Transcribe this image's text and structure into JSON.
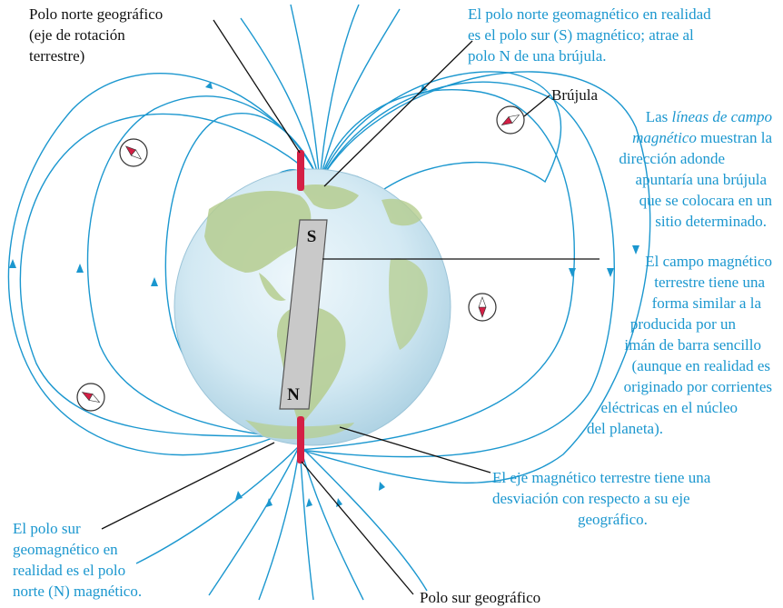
{
  "labels": {
    "north_geo": [
      "Polo norte geográfico",
      "(eje de rotación",
      "terrestre)"
    ],
    "north_geomag": [
      "El polo norte geomagnético en realidad",
      "es el polo sur (S) magnético; atrae al",
      "polo N de una brújula."
    ],
    "compass": "Brújula",
    "field_lines_a": "Las ",
    "field_lines_b": "líneas de campo",
    "field_lines_c": "magnético",
    "field_lines_d": " muestran la",
    "field_lines_rest": [
      "dirección adonde",
      "apuntaría una brújula",
      "que se colocara en un",
      "sitio determinado."
    ],
    "earth_field": [
      "El campo magnético",
      "terrestre tiene una",
      "forma similar a la",
      "producida por un",
      "imán de barra sencillo",
      "(aunque en realidad es",
      "originado por corrientes",
      "eléctricas en el núcleo",
      "del planeta)."
    ],
    "mag_axis": [
      "El eje magnético terrestre tiene una",
      "desviación con respecto a su eje",
      "geográfico."
    ],
    "south_geomag": [
      "El polo sur",
      "geomagnético en",
      "realidad es el polo",
      "norte (N) magnético."
    ],
    "south_geo": "Polo sur geográfico"
  },
  "magnet": {
    "top_letter": "S",
    "bottom_letter": "N"
  },
  "colors": {
    "field_line": "#1b97cf",
    "label_blue": "#1b97cf",
    "label_black": "#111111",
    "axis_red": "#d41f45",
    "ocean": "#cfe7f2",
    "land": "#b5cd8f",
    "magnet_fill": "#c9c9c9"
  },
  "icons": [
    "compass-icon",
    "field-line-arrow-icon"
  ]
}
